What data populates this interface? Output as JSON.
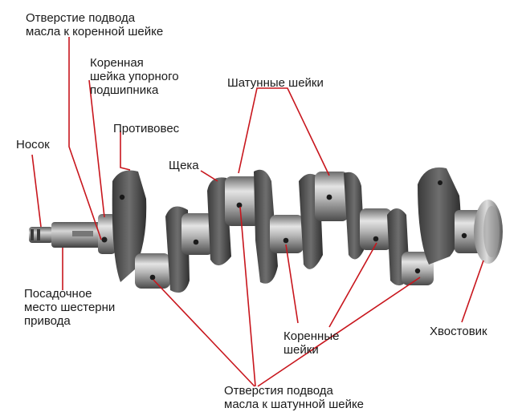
{
  "labels": {
    "oil_hole_main": [
      "Отверстие подвода",
      "масла к коренной шейке"
    ],
    "thrust_journal": [
      "Коренная",
      "шейка упорного",
      "подшипника"
    ],
    "conrod_journals": [
      "Шатунные шейки"
    ],
    "nose": [
      "Носок"
    ],
    "counterweight": [
      "Противовес"
    ],
    "cheek": [
      "Щека"
    ],
    "gear_seat": [
      "Посадочное",
      "место шестерни",
      "привода"
    ],
    "main_journals": [
      "Коренные",
      "шейки"
    ],
    "tail": [
      "Хвостовик"
    ],
    "oil_hole_conrod": [
      "Отверстия подвода",
      "масла к шатунной шейке"
    ]
  },
  "colors": {
    "leader": "#c8161d",
    "metal_dark": "#4a4a4a",
    "metal_mid": "#7d7d7d",
    "metal_light": "#c9c9c9",
    "label_text": "#1a1a1a"
  }
}
